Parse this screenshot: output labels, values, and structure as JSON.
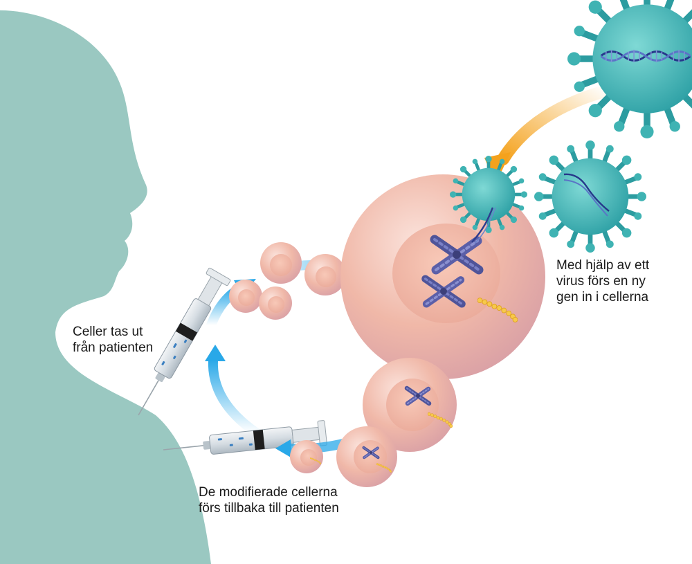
{
  "labels": {
    "extract": [
      "Celler tas ut",
      "från patienten"
    ],
    "virus": [
      "Med hjälp av ett",
      "virus förs en ny",
      "gen in i cellerna"
    ],
    "return": [
      "De modifierade cellerna",
      "förs tillbaka till patienten"
    ]
  },
  "colors": {
    "patient": "#9ac8c1",
    "cell": "#f0b8a8",
    "virus": "#3fb3b3",
    "cycle_arrow": "#29a8e8",
    "virus_arrow": "#f4a21d",
    "gene": "#f7c94b",
    "chromosome": "#5b5fa8"
  },
  "icons": [
    "patient-silhouette",
    "syringe-icon",
    "virus-icon",
    "cell-icon",
    "chromosome-icon",
    "gene-icon",
    "dna-icon"
  ]
}
